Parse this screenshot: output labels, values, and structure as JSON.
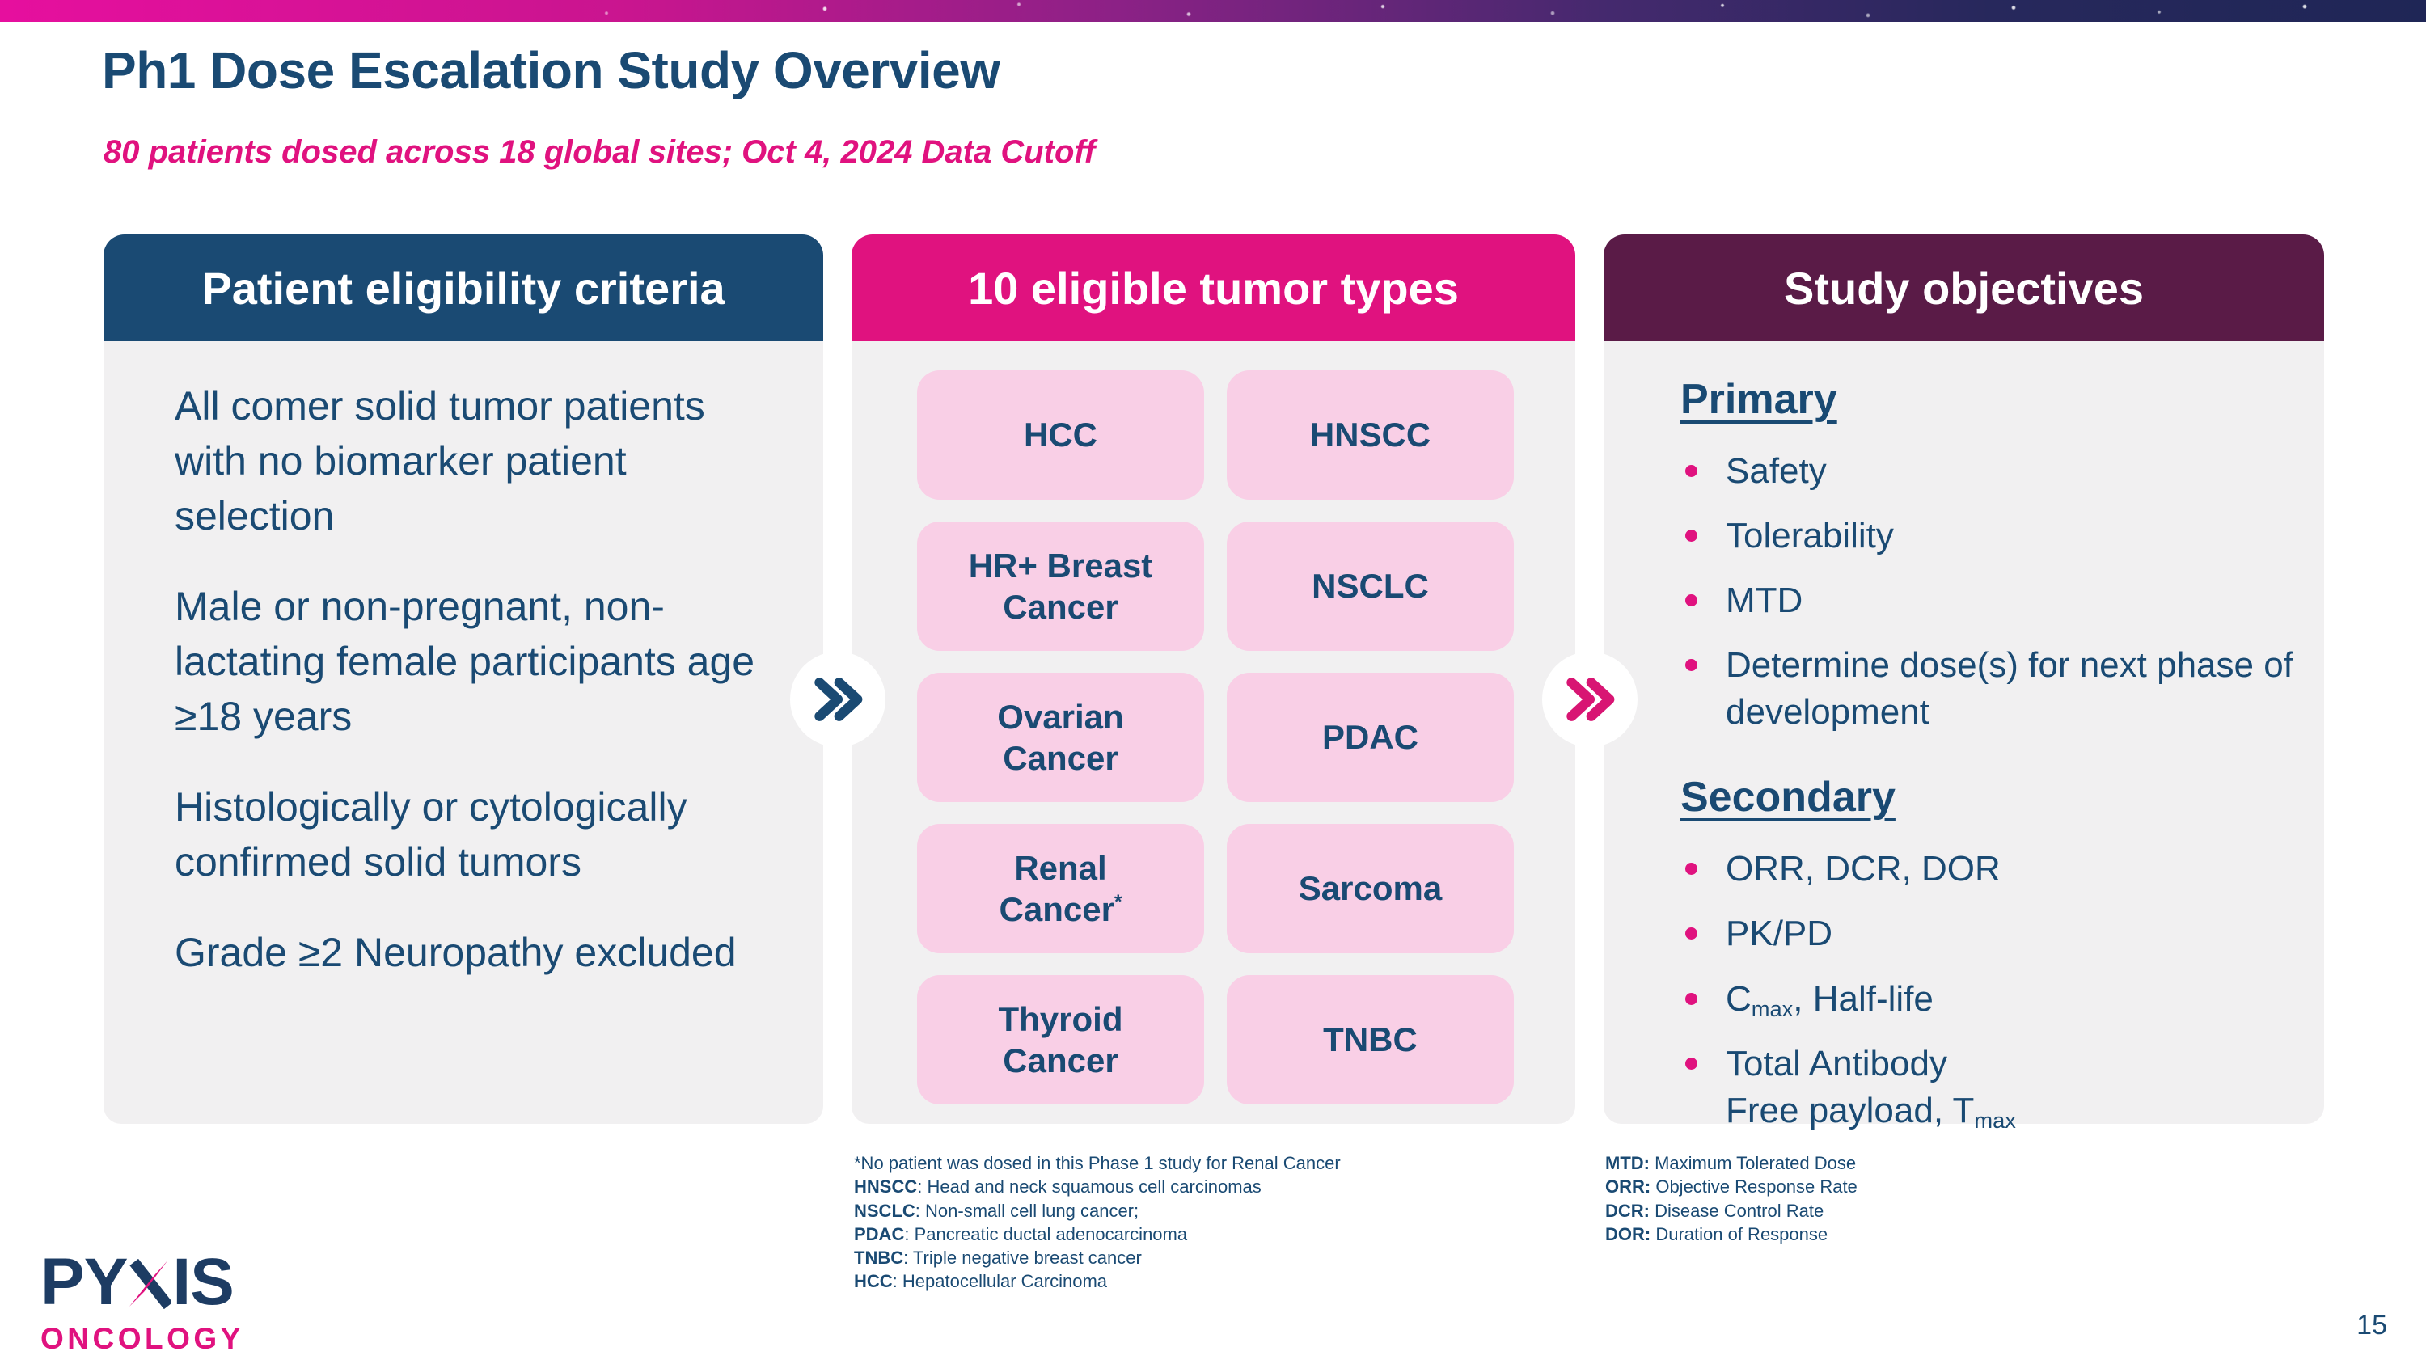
{
  "slide": {
    "title": "Ph1 Dose Escalation Study Overview",
    "subtitle": "80 patients dosed across 18 global sites; Oct 4, 2024 Data Cutoff",
    "page_number": "15"
  },
  "logo": {
    "word_start": "PY",
    "word_end": "IS",
    "subtext": "ONCOLOGY"
  },
  "icons": {
    "between_panels": "double-chevron-right-icon"
  },
  "colors": {
    "title_navy": "#1a4a73",
    "accent_pink": "#e0127f",
    "plum": "#5a1b47",
    "panel_bg_gray": "#f1f0f1",
    "tumor_box_pink": "#f9cfe6",
    "chevron_navy": "#1a4a73",
    "chevron_pink": "#d81573",
    "logo_navy": "#1d3c63",
    "topbar_gradient_left": "#e60f9e",
    "topbar_gradient_right": "#1f2656"
  },
  "panels": {
    "eligibility": {
      "header": "Patient eligibility criteria",
      "items": [
        "All comer solid tumor patients with no biomarker patient selection",
        "Male or non-pregnant, non-lactating female participants age ≥18 years",
        "Histologically or cytologically confirmed solid tumors",
        "Grade ≥2 Neuropathy excluded"
      ]
    },
    "tumor_types": {
      "header": "10 eligible tumor types",
      "boxes": [
        {
          "lines": [
            [
              "HCC"
            ]
          ]
        },
        {
          "lines": [
            [
              "HNSCC"
            ]
          ]
        },
        {
          "lines": [
            [
              "HR+ Breast"
            ],
            [
              "Cancer"
            ]
          ]
        },
        {
          "lines": [
            [
              "NSCLC"
            ]
          ]
        },
        {
          "lines": [
            [
              "Ovarian"
            ],
            [
              "Cancer"
            ]
          ]
        },
        {
          "lines": [
            [
              "PDAC"
            ]
          ]
        },
        {
          "lines": [
            [
              "Renal"
            ],
            [
              {
                "t": "Cancer"
              },
              {
                "sup": "*"
              }
            ]
          ]
        },
        {
          "lines": [
            [
              "Sarcoma"
            ]
          ]
        },
        {
          "lines": [
            [
              "Thyroid"
            ],
            [
              "Cancer"
            ]
          ]
        },
        {
          "lines": [
            [
              "TNBC"
            ]
          ]
        }
      ]
    },
    "objectives": {
      "header": "Study objectives",
      "sections": [
        {
          "heading": "Primary",
          "items": [
            {
              "lines": [
                [
                  "Safety"
                ]
              ]
            },
            {
              "lines": [
                [
                  "Tolerability"
                ]
              ]
            },
            {
              "lines": [
                [
                  "MTD"
                ]
              ]
            },
            {
              "lines": [
                [
                  "Determine dose(s) for next phase of development"
                ]
              ]
            }
          ]
        },
        {
          "heading": "Secondary",
          "items": [
            {
              "lines": [
                [
                  "ORR, DCR, DOR"
                ]
              ]
            },
            {
              "lines": [
                [
                  "PK/PD"
                ]
              ]
            },
            {
              "lines": [
                [
                  {
                    "t": "C"
                  },
                  {
                    "sub": "max"
                  },
                  {
                    "t": ", Half-life"
                  }
                ]
              ]
            },
            {
              "lines": [
                [
                  "Total Antibody"
                ],
                [
                  {
                    "t": "Free payload, T"
                  },
                  {
                    "sub": "max"
                  }
                ]
              ]
            }
          ]
        }
      ]
    }
  },
  "footnotes": {
    "tumor": [
      [
        {
          "t": "*No patient was dosed in this Phase 1 study for Renal Cancer"
        }
      ],
      [
        {
          "t": "HNSCC",
          "bold": true
        },
        {
          "t": ": Head and neck squamous cell carcinomas"
        }
      ],
      [
        {
          "t": "NSCLC",
          "bold": true
        },
        {
          "t": ": Non-small cell lung cancer;"
        }
      ],
      [
        {
          "t": "PDAC",
          "bold": true
        },
        {
          "t": ": Pancreatic ductal adenocarcinoma"
        }
      ],
      [
        {
          "t": "TNBC",
          "bold": true
        },
        {
          "t": ": Triple negative breast cancer"
        }
      ],
      [
        {
          "t": "HCC",
          "bold": true
        },
        {
          "t": ": Hepatocellular Carcinoma"
        }
      ]
    ],
    "objectives": [
      [
        {
          "t": "MTD:",
          "bold": true
        },
        {
          "t": " Maximum Tolerated Dose"
        }
      ],
      [
        {
          "t": "ORR:",
          "bold": true
        },
        {
          "t": " Objective Response Rate"
        }
      ],
      [
        {
          "t": "DCR:",
          "bold": true
        },
        {
          "t": " Disease Control Rate"
        }
      ],
      [
        {
          "t": "DOR:",
          "bold": true
        },
        {
          "t": " Duration of Response"
        }
      ]
    ]
  }
}
